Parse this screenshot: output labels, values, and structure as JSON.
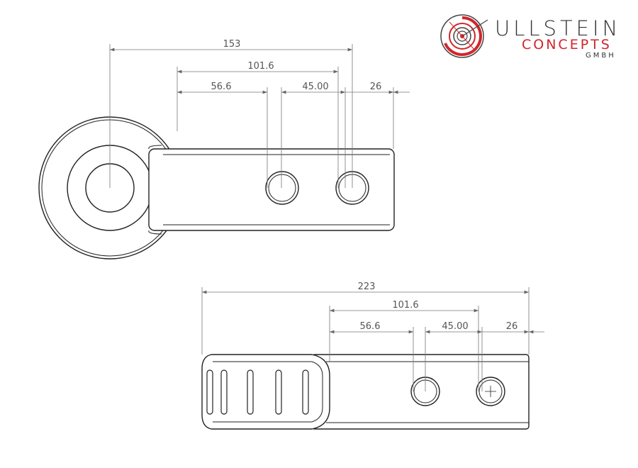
{
  "logo": {
    "line1": "ULLSTEIN",
    "line2": "CONCEPTS",
    "line3": "GMBH",
    "accent": "#d0262b"
  },
  "top_view": {
    "dimensions": [
      "153",
      "101.6",
      "56.6",
      "45.00",
      "26"
    ]
  },
  "side_view": {
    "dimensions": [
      "223",
      "101.6",
      "56.6",
      "45.00",
      "26"
    ]
  }
}
